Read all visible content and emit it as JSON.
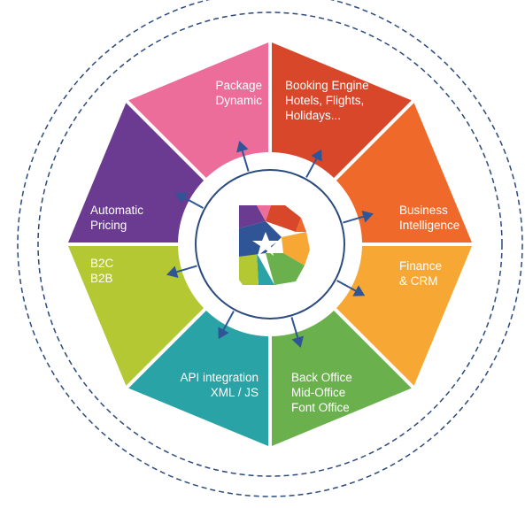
{
  "diagram": {
    "colors": {
      "ring_dash": "#2b4a7e",
      "inner_ring": "#2b4a7e",
      "arrow": "#2f5596",
      "gap": "#ffffff"
    },
    "segments": [
      {
        "id": "booking-engine",
        "color": "#d9472b",
        "lines": [
          "Booking Engine",
          "Hotels, Flights,",
          "Holidays..."
        ]
      },
      {
        "id": "business-intelligence",
        "color": "#ef6a2a",
        "lines": [
          "Business",
          "Intelligence"
        ]
      },
      {
        "id": "finance-crm",
        "color": "#f7a734",
        "lines": [
          "Finance",
          "& CRM"
        ]
      },
      {
        "id": "back-office",
        "color": "#6ab04c",
        "lines": [
          "Back Office",
          "Mid-Office",
          "Font Office"
        ]
      },
      {
        "id": "api-integration",
        "color": "#2aa3a6",
        "lines": [
          "API integration",
          "XML / JS"
        ]
      },
      {
        "id": "b2c-b2b",
        "color": "#b3c832",
        "lines": [
          "B2C",
          "B2B"
        ]
      },
      {
        "id": "automatic-pricing",
        "color": "#6b3a91",
        "lines": [
          "Automatic",
          "Pricing"
        ]
      },
      {
        "id": "package-dynamic",
        "color": "#ec6d9a",
        "lines": [
          "Package",
          "Dynamic"
        ]
      }
    ],
    "logo": {
      "letter": "B",
      "palette": [
        "#6b3a91",
        "#ec6d9a",
        "#d9472b",
        "#ef6a2a",
        "#f7a734",
        "#6ab04c",
        "#2aa3a6",
        "#b3c832",
        "#2f5596"
      ]
    }
  }
}
